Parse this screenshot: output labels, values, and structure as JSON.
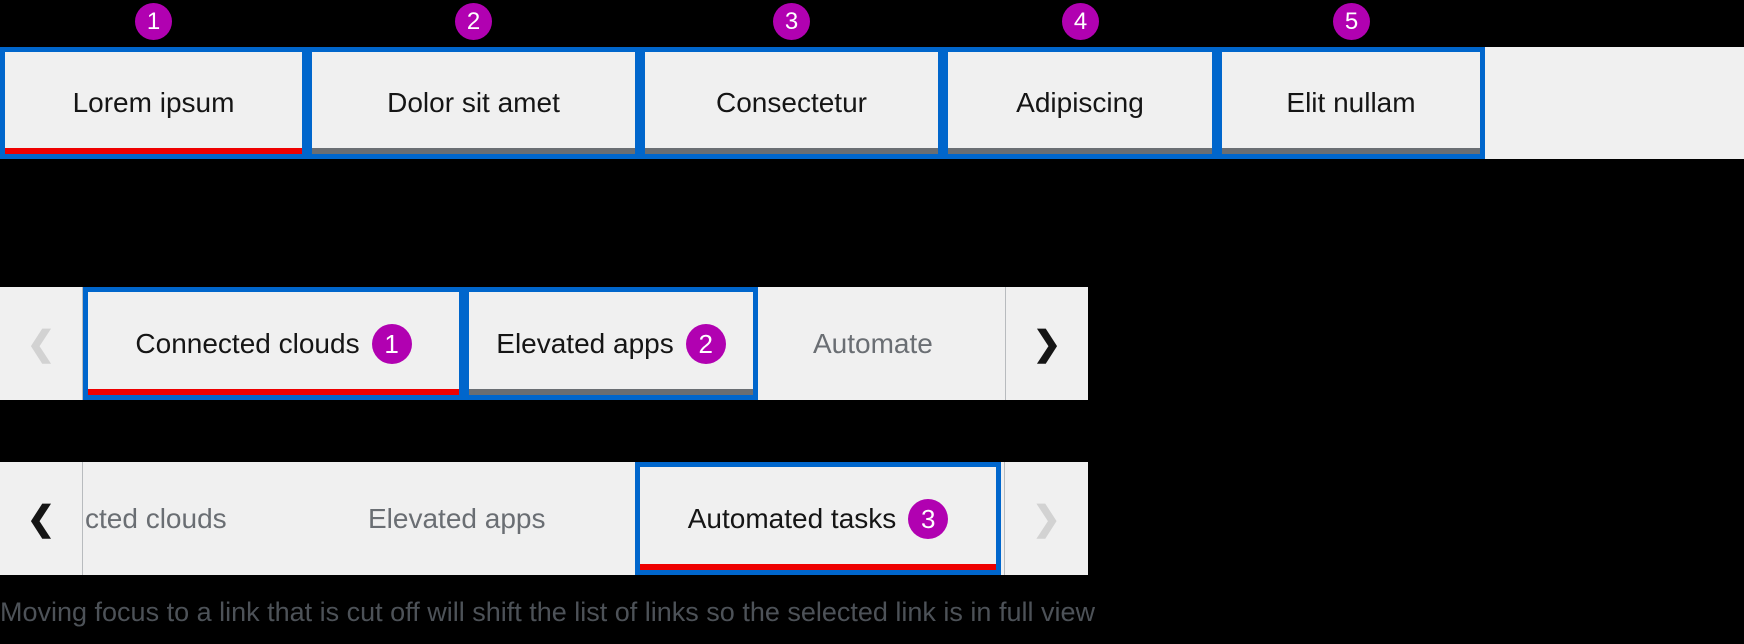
{
  "colors": {
    "accent_blue": "#0066cc",
    "active_indicator_red": "#ee0000",
    "inactive_indicator_gray": "#6a6e73",
    "badge_magenta": "#b101b1",
    "bar_background": "#f0f0f0",
    "label_dark": "#151515",
    "label_muted": "#6a6e73"
  },
  "tab_bar_1": {
    "tabs": [
      {
        "label": "Lorem ipsum",
        "badge": "1",
        "state": "active"
      },
      {
        "label": "Dolor sit amet",
        "badge": "2",
        "state": "inactive"
      },
      {
        "label": "Consectetur",
        "badge": "3",
        "state": "inactive"
      },
      {
        "label": "Adipiscing",
        "badge": "4",
        "state": "inactive"
      },
      {
        "label": "Elit nullam",
        "badge": "5",
        "state": "inactive"
      }
    ]
  },
  "tab_bar_2": {
    "left_scroll": {
      "icon": "chevron-left-icon",
      "glyph": "❮",
      "disabled": true
    },
    "right_scroll": {
      "icon": "chevron-right-icon",
      "glyph": "❯",
      "disabled": false
    },
    "tabs": [
      {
        "label": "Connected clouds",
        "badge": "1",
        "state": "active"
      },
      {
        "label": "Elevated apps",
        "badge": "2",
        "state": "inactive"
      },
      {
        "label": "Automate",
        "cut_off": true
      }
    ]
  },
  "tab_bar_3": {
    "left_scroll": {
      "icon": "chevron-left-icon",
      "glyph": "❮",
      "disabled": false
    },
    "right_scroll": {
      "icon": "chevron-right-icon",
      "glyph": "❯",
      "disabled": true
    },
    "tabs": [
      {
        "label": "cted clouds",
        "cut_off": true
      },
      {
        "label": "Elevated apps",
        "cut_off": false
      },
      {
        "label": "Automated tasks",
        "badge": "3",
        "state": "active"
      }
    ]
  },
  "caption": "Moving focus to a link that is cut off will shift the list of links so the selected link is in full view"
}
